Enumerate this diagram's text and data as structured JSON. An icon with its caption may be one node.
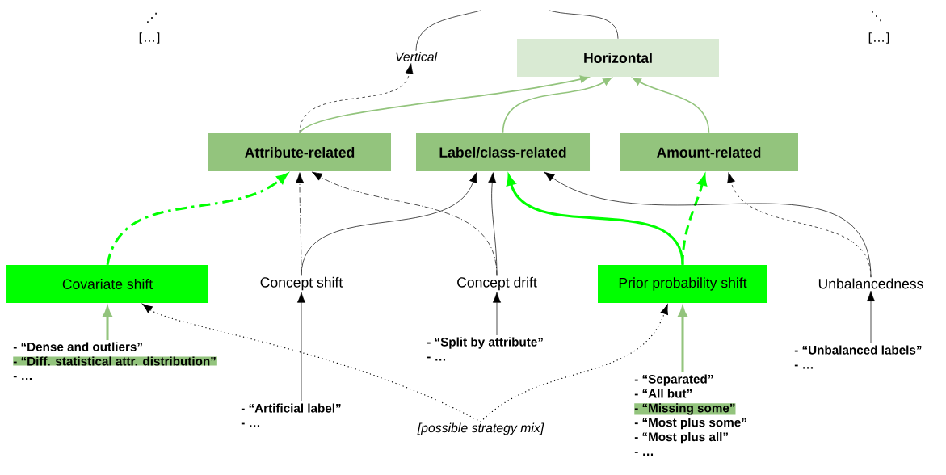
{
  "diagram": {
    "nodes": [
      {
        "text": [
          "Vertical"
        ]
      },
      {
        "text": [
          "Horizontal"
        ]
      },
      {
        "text": [
          "Attribute-related"
        ]
      },
      {
        "text": [
          "Label/class-related"
        ]
      },
      {
        "text": [
          "Amount-related"
        ]
      },
      {
        "text": [
          "Covariate shift"
        ]
      },
      {
        "text": [
          "Concept shift"
        ]
      },
      {
        "text": [
          "Concept drift"
        ]
      },
      {
        "text": [
          "Prior probability shift"
        ]
      },
      {
        "text": [
          "Unbalancedness"
        ]
      },
      {
        "text": [
          "- “Dense and outliers”",
          "- “Diff. statistical attr. distribution”",
          "- …"
        ]
      },
      {
        "text": [
          "- “Artificial label”",
          "- …"
        ]
      },
      {
        "text": [
          "- “Split by attribute”",
          "- …"
        ]
      },
      {
        "text": [
          "- “Separated”",
          "- “All but”",
          "- “Missing some”",
          "- “Most plus some”",
          "- “Most plus all”",
          "- …"
        ]
      },
      {
        "text": [
          "- “Unbalanced labels”",
          "- …"
        ]
      },
      {
        "text": [
          "[possible strategy mix]"
        ]
      }
    ],
    "edges": [
      {
        "from": 0,
        "to": null,
        "arrow": "none"
      },
      {
        "from": 1,
        "to": null,
        "arrow": "none"
      },
      {
        "from": 2,
        "to": 0,
        "arrow": "to",
        "style": "dashed"
      },
      {
        "from": 2,
        "to": 1,
        "arrow": "to",
        "color": "#93c47d"
      },
      {
        "from": 3,
        "to": 1,
        "arrow": "to",
        "color": "#93c47d"
      },
      {
        "from": 4,
        "to": 1,
        "arrow": "to",
        "color": "#93c47d"
      },
      {
        "from": 5,
        "to": 2,
        "arrow": "to",
        "style": "dashed",
        "color": "#00ff00"
      },
      {
        "from": 6,
        "to": 2,
        "arrow": "to",
        "style": "dashed"
      },
      {
        "from": 6,
        "to": 3,
        "arrow": "to"
      },
      {
        "from": 7,
        "to": 2,
        "arrow": "to",
        "style": "dashed"
      },
      {
        "from": 7,
        "to": 3,
        "arrow": "to"
      },
      {
        "from": 8,
        "to": 3,
        "arrow": "to",
        "style": "thick",
        "color": "#00ff00"
      },
      {
        "from": 8,
        "to": 4,
        "arrow": "to",
        "style": "dashed",
        "color": "#00ff00"
      },
      {
        "from": 9,
        "to": 3,
        "arrow": "to"
      },
      {
        "from": 9,
        "to": 4,
        "arrow": "to",
        "style": "dashed"
      },
      {
        "from": 10,
        "to": 5,
        "arrow": "to",
        "style": "thick",
        "color": "#93c47d"
      },
      {
        "from": 11,
        "to": 6,
        "arrow": "to"
      },
      {
        "from": 12,
        "to": 7,
        "arrow": "to"
      },
      {
        "from": 13,
        "to": 8,
        "arrow": "to",
        "style": "thick",
        "color": "#93c47d"
      },
      {
        "from": 14,
        "to": 9,
        "arrow": "to"
      },
      {
        "from": 15,
        "to": 5,
        "arrow": "to",
        "style": "dashed"
      },
      {
        "from": 15,
        "to": 8,
        "arrow": "to",
        "style": "dashed"
      }
    ],
    "labels": [
      "⋰",
      "[…]",
      "⋱",
      "[…]"
    ]
  }
}
